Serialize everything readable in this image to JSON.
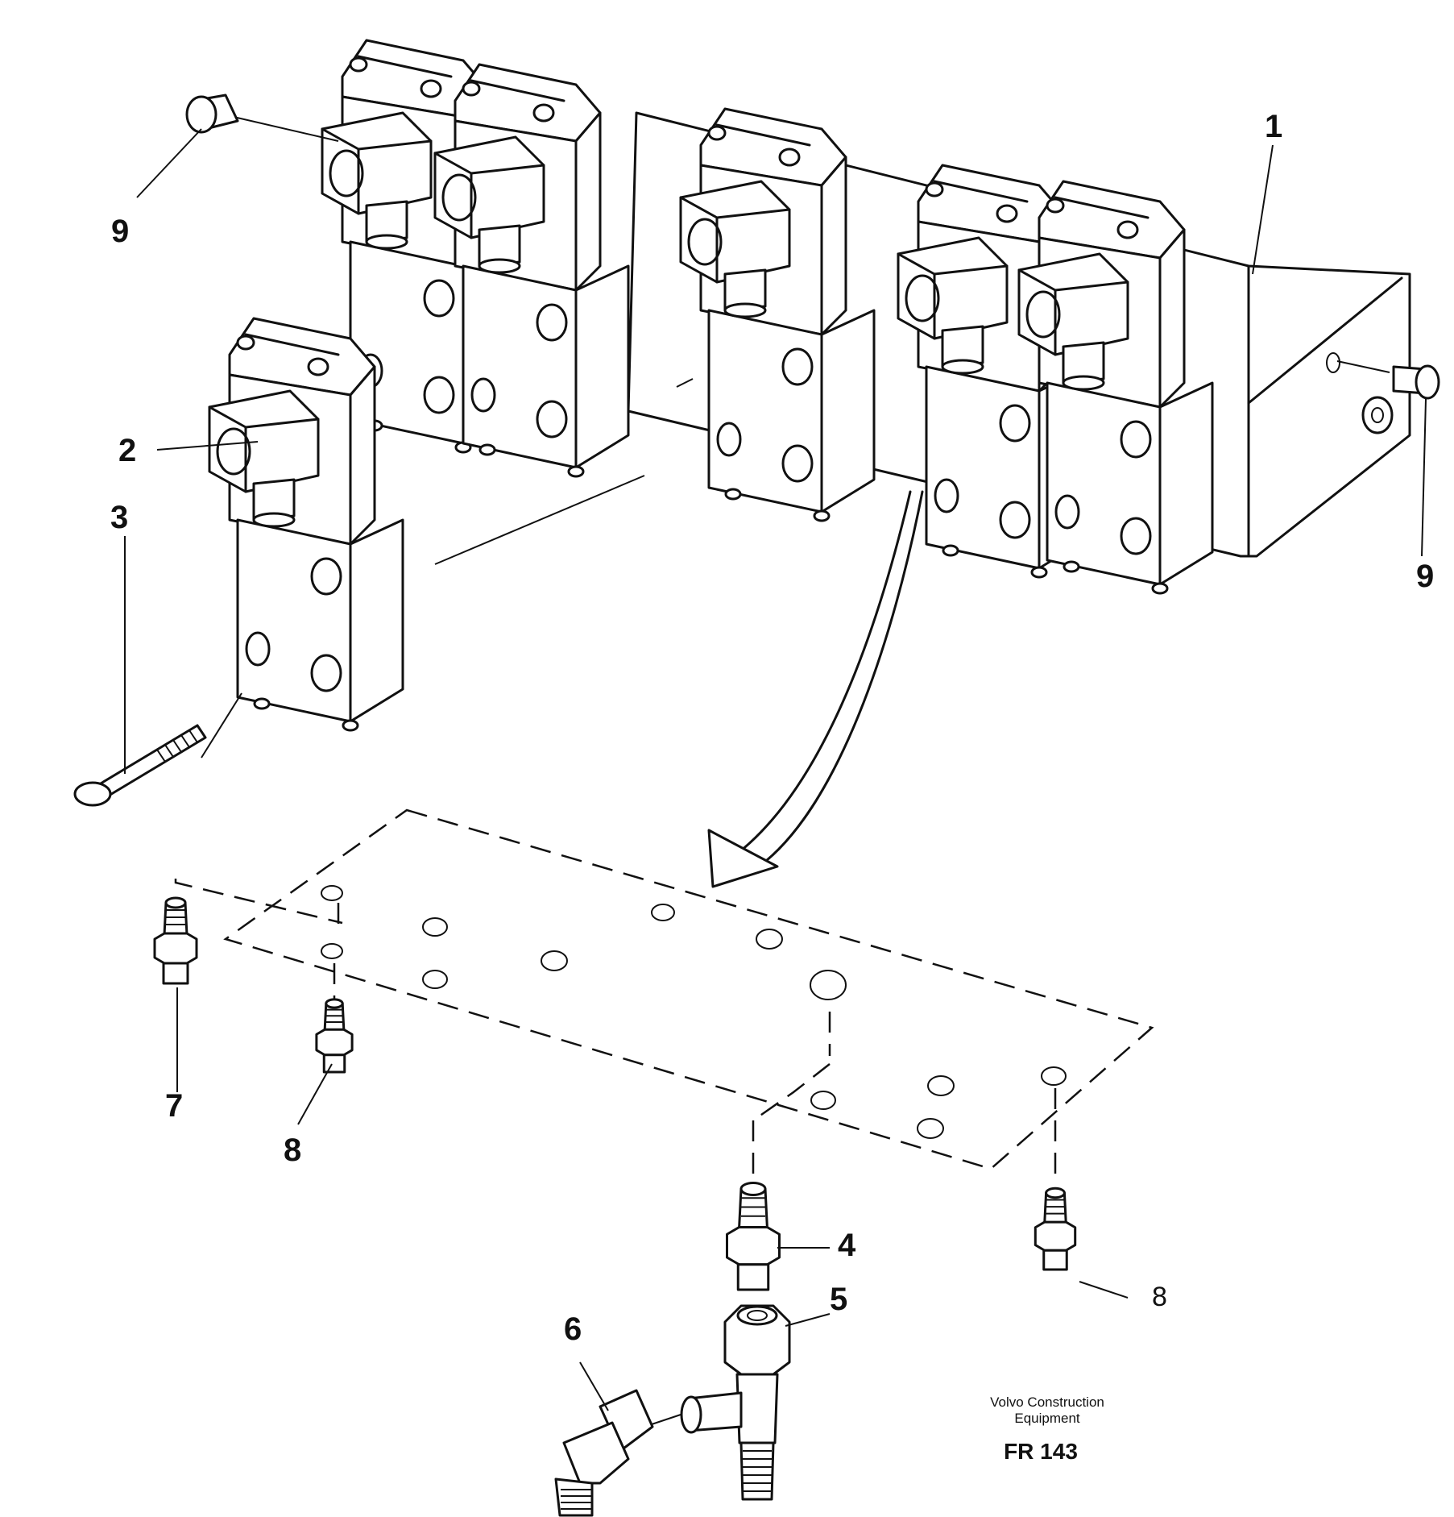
{
  "diagram": {
    "callouts": {
      "c1": "1",
      "c2": "2",
      "c3": "3",
      "c4": "4",
      "c5": "5",
      "c6": "6",
      "c7": "7",
      "c8a": "8",
      "c8b": "8",
      "c9a": "9",
      "c9b": "9"
    },
    "maker_line1": "Volvo Construction",
    "maker_line2": "Equipment",
    "figure_code": "FR 143"
  }
}
